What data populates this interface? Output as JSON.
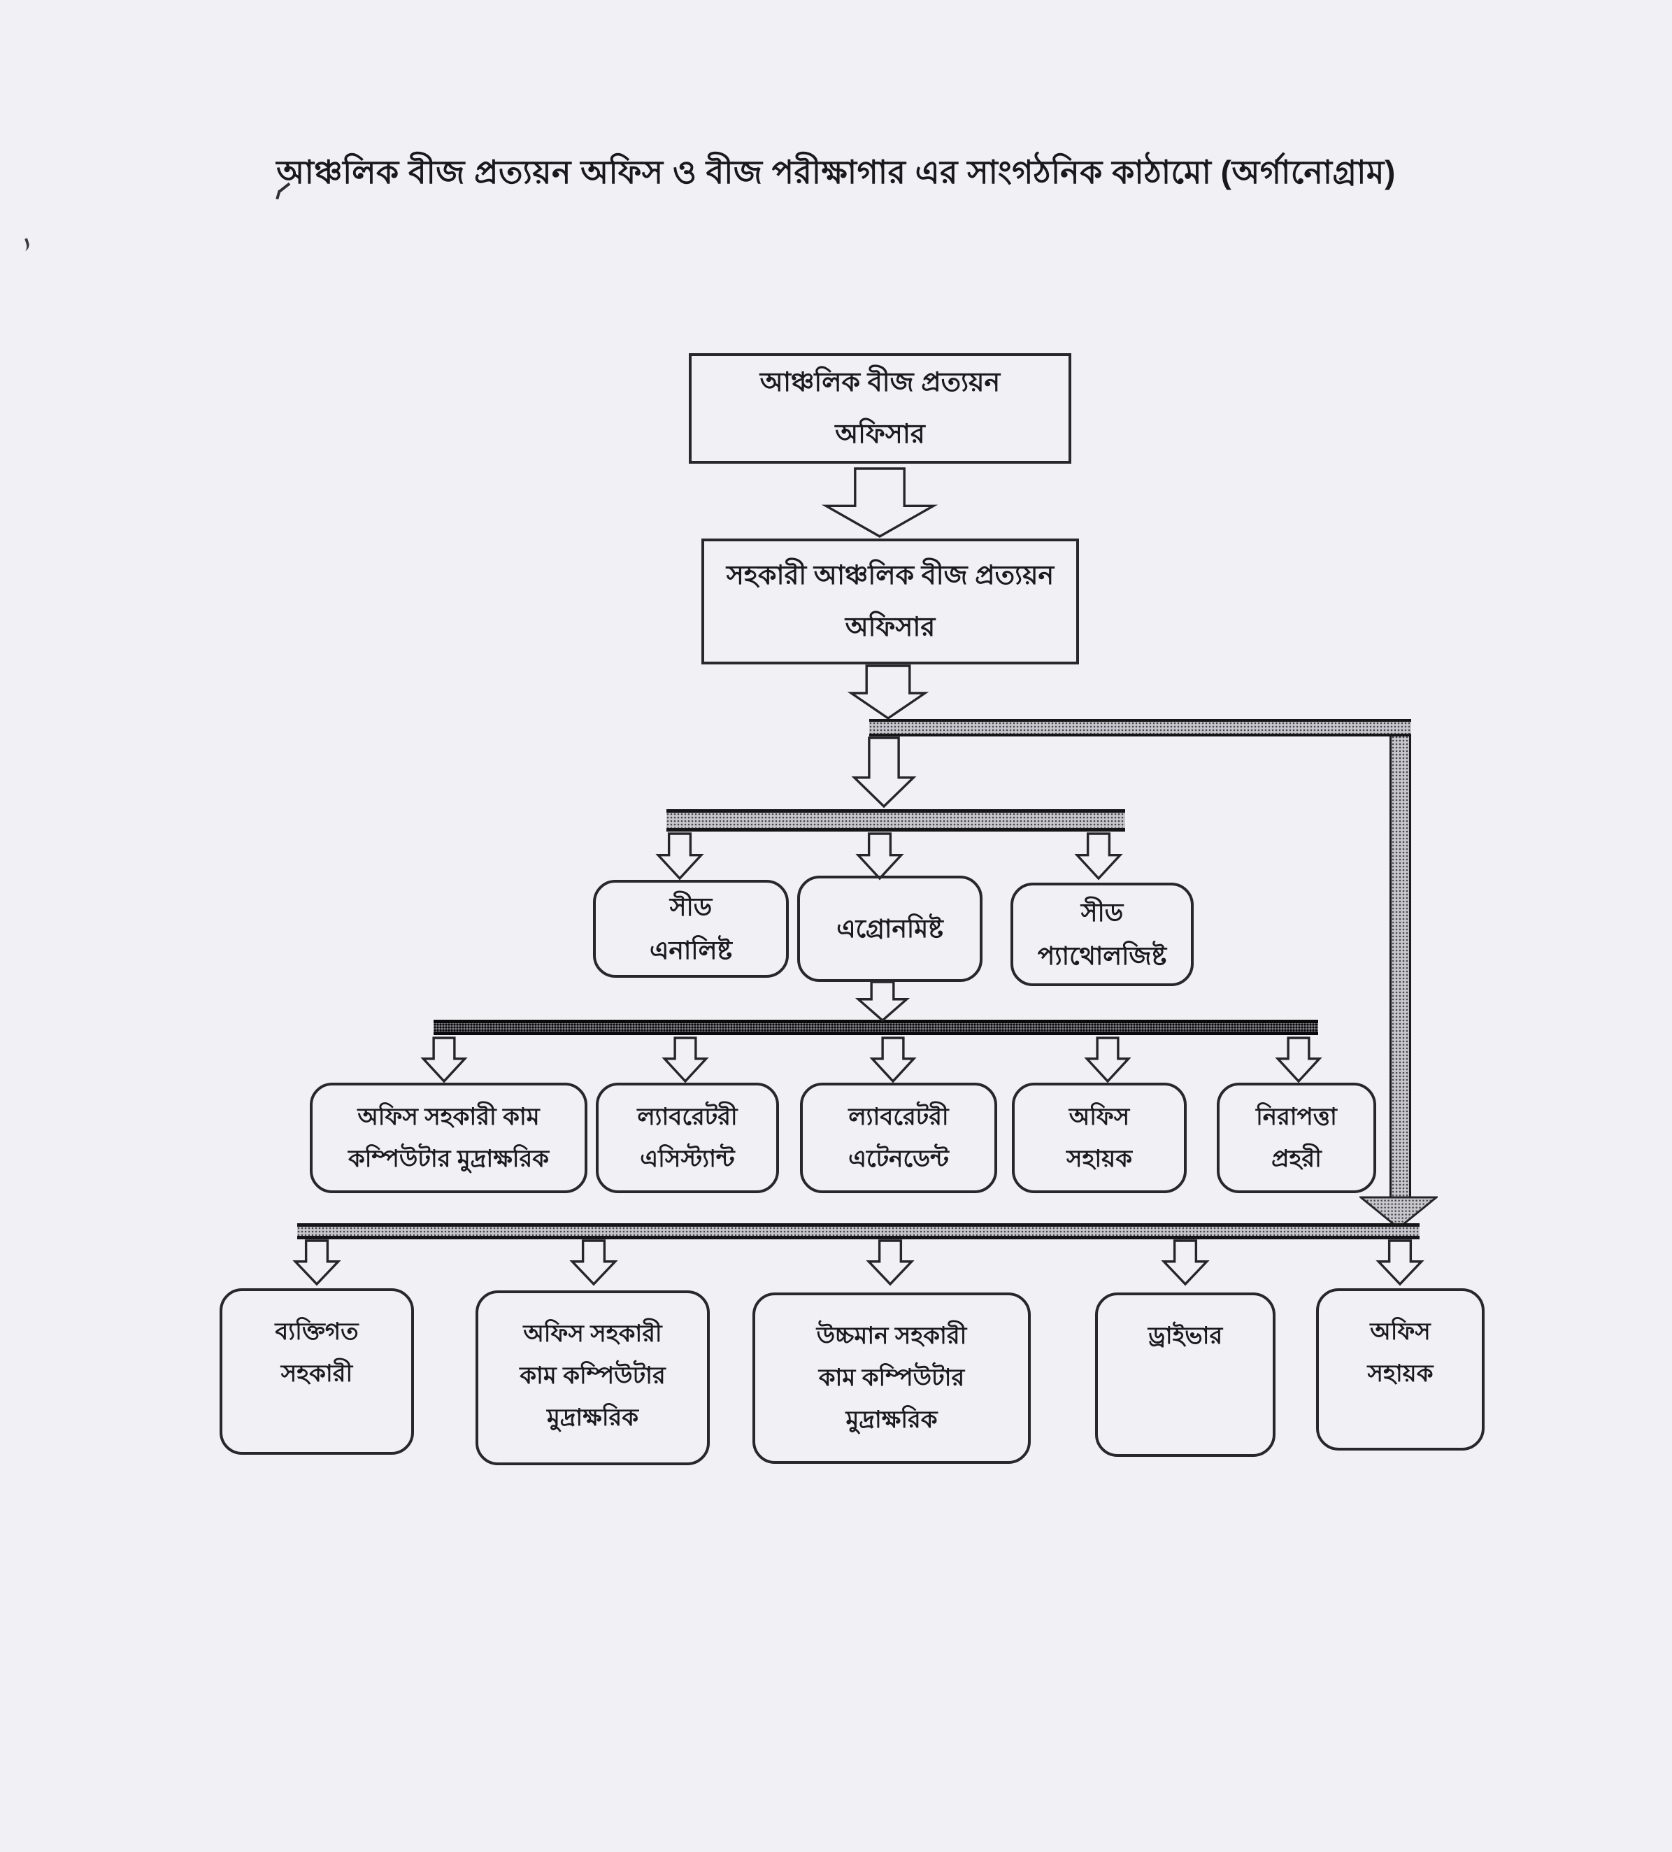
{
  "document": {
    "title": "আঞ্চলিক বীজ প্রত্যয়ন অফিস ও বীজ পরীক্ষাগার এর সাংগঠনিক কাঠামো (অর্গানোগ্রাম)"
  },
  "org": {
    "type": "organogram",
    "nodes": {
      "regional_seed_certification_officer": {
        "label": "আঞ্চলিক বীজ প্রত্যয়ন\nঅফিসার",
        "level": 1
      },
      "assistant_regional_seed_certification_officer": {
        "label": "সহকারী আঞ্চলিক বীজ প্রত্যয়ন\nঅফিসার",
        "level": 2
      },
      "seed_analyst": {
        "label": "সীড\nএনালিষ্ট",
        "level": 3
      },
      "agronomist": {
        "label": "এগ্রোনমিষ্ট",
        "level": 3
      },
      "seed_pathologist": {
        "label": "সীড\nপ্যাথোলজিষ্ট",
        "level": 3
      },
      "office_assistant_cum_computer_typist_lab": {
        "label": "অফিস সহকারী কাম\nকম্পিউটার মুদ্রাক্ষরিক",
        "level": 4
      },
      "laboratory_assistant": {
        "label": "ল্যাবরেটরী\nএসিস্ট্যান্ট",
        "level": 4
      },
      "laboratory_attendant": {
        "label": "ল্যাবরেটরী\nএটেনডেন্ট",
        "level": 4
      },
      "office_helper_lab": {
        "label": "অফিস\nসহায়ক",
        "level": 4
      },
      "security_guard": {
        "label": "নিরাপত্তা\nপ্রহরী",
        "level": 4
      },
      "personal_assistant": {
        "label": "ব্যক্তিগত\nসহকারী",
        "level": 5
      },
      "office_assistant_cum_computer_typist_office": {
        "label": "অফিস সহকারী\nকাম কম্পিউটার\nমুদ্রাক্ষরিক",
        "level": 5
      },
      "higher_grade_assistant_cum_computer_typist": {
        "label": "উচ্চমান সহকারী\nকাম কম্পিউটার\nমুদ্রাক্ষরিক",
        "level": 5
      },
      "driver": {
        "label": "ড্রাইভার",
        "level": 5
      },
      "office_helper_office": {
        "label": "অফিস\nসহায়ক",
        "level": 5
      }
    },
    "edges": [
      {
        "from": "regional_seed_certification_officer",
        "to": [
          "assistant_regional_seed_certification_officer"
        ]
      },
      {
        "from": "assistant_regional_seed_certification_officer",
        "to": [
          "seed_analyst",
          "agronomist",
          "seed_pathologist"
        ]
      },
      {
        "from": "agronomist",
        "to": [
          "office_assistant_cum_computer_typist_lab",
          "laboratory_assistant",
          "laboratory_attendant",
          "office_helper_lab",
          "security_guard"
        ]
      },
      {
        "from": "assistant_regional_seed_certification_officer",
        "via": "right-side-elbow-connector",
        "to": [
          "personal_assistant",
          "office_assistant_cum_computer_typist_office",
          "higher_grade_assistant_cum_computer_typist",
          "driver",
          "office_helper_office"
        ]
      }
    ],
    "colors": {
      "paper": "#f1f0f5",
      "ink": "#1d1d20",
      "connector_bar_gray": "#c6c6cc",
      "connector_bar_dark": "#84848a",
      "box_outline": "#28282c"
    }
  }
}
